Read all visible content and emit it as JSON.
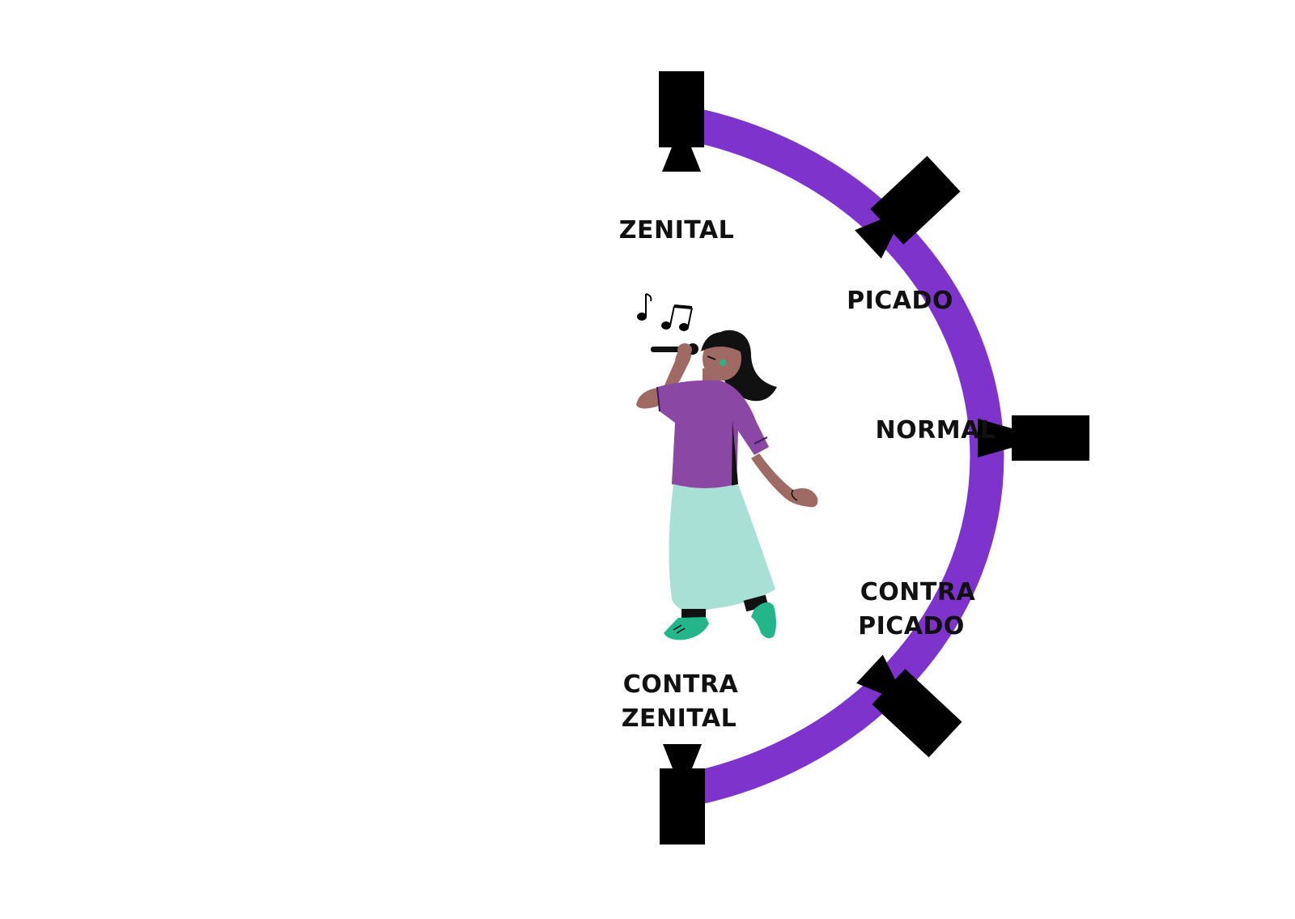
{
  "labels": {
    "zenital": "ZENITAL",
    "picado": "PICADO",
    "normal": "NORMAL",
    "contra_picado_line1": "CONTRA",
    "contra_picado_line2": "PICADO",
    "contra_zenital_line1": "CONTRA",
    "contra_zenital_line2": "ZENITAL"
  },
  "colors": {
    "arc": "#7e34cc",
    "camera": "#000000",
    "shirt": "#8a47a3",
    "skirt": "#a8e0d6",
    "skin": "#9e6a63",
    "shoes": "#25b58a",
    "hair": "#111111"
  },
  "icons": {
    "camera": "video-camera-icon",
    "notes": "music-notes-icon",
    "singer": "singer-illustration"
  }
}
